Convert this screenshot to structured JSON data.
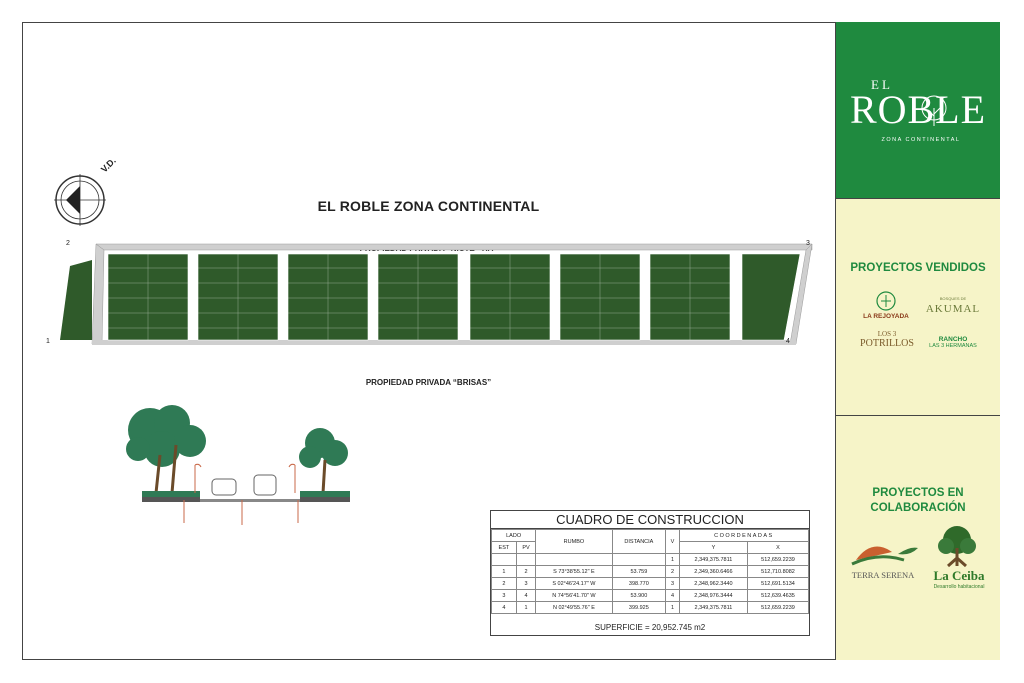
{
  "plan": {
    "title": "EL ROBLE ZONA CONTINENTAL",
    "north_property": "PROPIEDAD PRIVADA “NICTE - HA”",
    "south_property": "PROPIEDAD PRIVADA “BRISAS”",
    "compass_label": "V.D.",
    "corners": [
      "1",
      "2",
      "3",
      "4"
    ]
  },
  "table": {
    "title": "CUADRO DE CONSTRUCCION",
    "headers": {
      "lado": "LADO",
      "est": "EST",
      "pv": "PV",
      "rumbo": "RUMBO",
      "distancia": "DISTANCIA",
      "v": "V",
      "coordenadas": "COORDENADAS",
      "y": "Y",
      "x": "X"
    },
    "first_row": {
      "v": "1",
      "y": "2,349,375.7811",
      "x": "512,659.2239"
    },
    "rows": [
      {
        "est": "1",
        "pv": "2",
        "rumbo": "S 73°38'55.12\" E",
        "distancia": "53.759",
        "v": "2",
        "y": "2,349,360.6466",
        "x": "512,710.8082"
      },
      {
        "est": "2",
        "pv": "3",
        "rumbo": "S 02°46'24.17\" W",
        "distancia": "398.770",
        "v": "3",
        "y": "2,348,962.3440",
        "x": "512,691.5134"
      },
      {
        "est": "3",
        "pv": "4",
        "rumbo": "N 74°56'41.70\" W",
        "distancia": "53.900",
        "v": "4",
        "y": "2,348,976.3444",
        "x": "512,639.4635"
      },
      {
        "est": "4",
        "pv": "1",
        "rumbo": "N 02°49'55.76\" E",
        "distancia": "399.925",
        "v": "1",
        "y": "2,349,375.7811",
        "x": "512,659.2239"
      }
    ],
    "superficie": "SUPERFICIE = 20,952.745 m2"
  },
  "panel": {
    "logo_el": "EL",
    "logo_roble": "ROBLE",
    "logo_sub": "ZONA CONTINENTAL",
    "sold_title": "PROYECTOS VENDIDOS",
    "sold": [
      "LA REJOYADA",
      "BOSQUES DE",
      "AKUMAL",
      "LOS 3",
      "POTRILLOS",
      "RANCHO",
      "LAS 3 HERMANAS"
    ],
    "collab_title_1": "PROYECTOS EN",
    "collab_title_2": "COLABORACIÓN",
    "collab": [
      "TERRA SERENA",
      "La Ceiba",
      "Desarrollo habitacional"
    ]
  },
  "colors": {
    "brand_green": "#1f8a3f",
    "lot_green": "#2f5a2a",
    "cream": "#f6f4c8",
    "road": "#cfcfcf"
  }
}
